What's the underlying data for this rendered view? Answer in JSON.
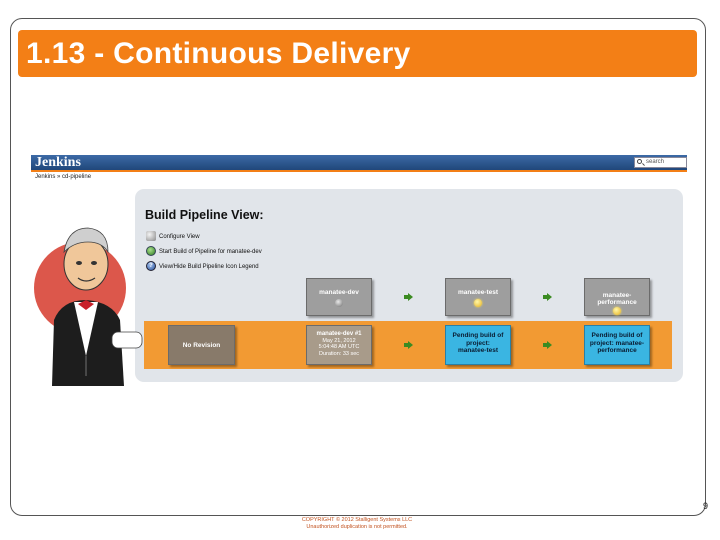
{
  "slide": {
    "title": "1.13 - Continuous Delivery",
    "footer_line1": "COPYRIGHT © 2012 Stalligent Systems LLC",
    "footer_line2": "Unauthorized duplication is not permitted.",
    "page_mark": "9"
  },
  "jenkins": {
    "logo": "Jenkins",
    "search_placeholder": "search",
    "breadcrumb": "Jenkins » cd-pipeline",
    "heading": "Build Pipeline View:",
    "actions": [
      {
        "label": "Configure View",
        "icon": "gear-wrench-icon"
      },
      {
        "label": "Start Build of Pipeline for manatee-dev",
        "icon": "play-circle-icon"
      },
      {
        "label": "View/Hide Build Pipeline Icon Legend",
        "icon": "help-circle-icon"
      }
    ],
    "jobs": [
      {
        "name": "manatee-dev",
        "status_icon": "grey-ball-icon"
      },
      {
        "name": "manatee-test",
        "status_icon": "sun-ball-icon"
      },
      {
        "name": "manatee-\nperformance",
        "status_icon": "sun-ball-icon"
      }
    ],
    "revision": {
      "label": "No Revision",
      "build": {
        "title": "manatee-dev #1",
        "date": "May 21, 2012",
        "time": "5:04:48 AM UTC",
        "duration": "Duration: 33 sec"
      },
      "pending": [
        "Pending build of project: manatee-test",
        "Pending build of project: manatee-performance"
      ]
    },
    "colors": {
      "title_bar": "#f37f16",
      "header": "#20477a",
      "revision_band": "#f29a33",
      "pending_box": "#3ab5e2",
      "arrow": "#3b8b22"
    }
  }
}
